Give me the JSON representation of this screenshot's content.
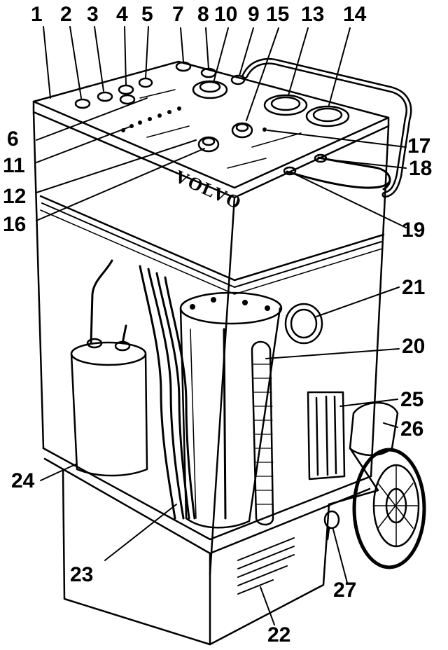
{
  "diagram": {
    "brand_text": "VOLVO",
    "callouts": [
      {
        "id": "c1",
        "text": "1"
      },
      {
        "id": "c2",
        "text": "2"
      },
      {
        "id": "c3",
        "text": "3"
      },
      {
        "id": "c4",
        "text": "4"
      },
      {
        "id": "c5",
        "text": "5"
      },
      {
        "id": "c7",
        "text": "7"
      },
      {
        "id": "c8",
        "text": "8"
      },
      {
        "id": "c10",
        "text": "10"
      },
      {
        "id": "c9",
        "text": "9"
      },
      {
        "id": "c15",
        "text": "15"
      },
      {
        "id": "c13",
        "text": "13"
      },
      {
        "id": "c14",
        "text": "14"
      },
      {
        "id": "c6",
        "text": "6"
      },
      {
        "id": "c11",
        "text": "11"
      },
      {
        "id": "c12",
        "text": "12"
      },
      {
        "id": "c16",
        "text": "16"
      },
      {
        "id": "c17",
        "text": "17"
      },
      {
        "id": "c18",
        "text": "18"
      },
      {
        "id": "c19",
        "text": "19"
      },
      {
        "id": "c21",
        "text": "21"
      },
      {
        "id": "c20",
        "text": "20"
      },
      {
        "id": "c25",
        "text": "25"
      },
      {
        "id": "c26",
        "text": "26"
      },
      {
        "id": "c24",
        "text": "24"
      },
      {
        "id": "c23",
        "text": "23"
      },
      {
        "id": "c27",
        "text": "27"
      },
      {
        "id": "c22",
        "text": "22"
      }
    ]
  }
}
